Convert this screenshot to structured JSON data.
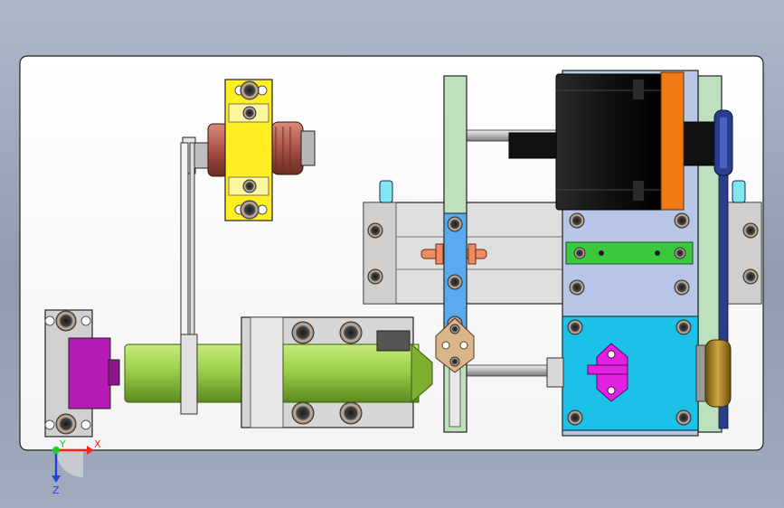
{
  "viewport": {
    "background": "#9aa6ba",
    "sheet_color": "#ffffff"
  },
  "colors": {
    "yellow_bracket": "#ffee22",
    "copper_hub": "#b05a4a",
    "light_green_plate": "#bfe0bd",
    "grey_block": "#d8d8d8",
    "black_motor": "#141414",
    "orange_plate": "#f07a16",
    "lavender_plate": "#b7c6e6",
    "cyan_block": "#1cc1e8",
    "magenta_part": "#e021e0",
    "magenta_housing": "#b41ab4",
    "olive_shaft": "#9ccf4a",
    "blue_bar": "#5aaaf0",
    "green_strip": "#3cc83c",
    "tan_bracket": "#d9b58a",
    "navy_pulley": "#2a3e8c",
    "bronze_pulley": "#a8822a",
    "salmon_pin": "#f08a60",
    "aqua_cap": "#7fe6f2"
  },
  "parts": [
    {
      "name": "yellow-bearing-bracket",
      "color_key": "yellow_bracket"
    },
    {
      "name": "copper-hub",
      "color_key": "copper_hub"
    },
    {
      "name": "vertical-belt",
      "color_key": "grey_block"
    },
    {
      "name": "left-magenta-housing",
      "color_key": "magenta_housing"
    },
    {
      "name": "green-shaft",
      "color_key": "olive_shaft"
    },
    {
      "name": "cylinder-body",
      "color_key": "grey_block"
    },
    {
      "name": "slide-rail",
      "color_key": "grey_block"
    },
    {
      "name": "green-upright-plate",
      "color_key": "light_green_plate"
    },
    {
      "name": "blue-link-bar",
      "color_key": "blue_bar"
    },
    {
      "name": "stepper-motor",
      "color_key": "black_motor"
    },
    {
      "name": "orange-plate",
      "color_key": "orange_plate"
    },
    {
      "name": "lavender-carriage",
      "color_key": "lavender_plate"
    },
    {
      "name": "cyan-block",
      "color_key": "cyan_block"
    },
    {
      "name": "navy-pulley",
      "color_key": "navy_pulley"
    },
    {
      "name": "bronze-pulley",
      "color_key": "bronze_pulley"
    }
  ],
  "triad": {
    "x_label": "X",
    "y_label": "Y",
    "z_label": "Z",
    "x_color": "#ff2020",
    "y_color": "#22cc22",
    "z_color": "#2040e0"
  }
}
